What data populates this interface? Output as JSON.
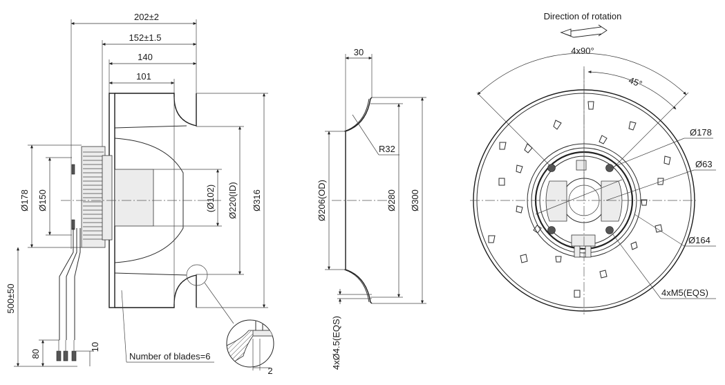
{
  "side_view": {
    "dim_overall_length": "202±2",
    "dim_length_2": "152±1.5",
    "dim_length_3": "140",
    "dim_length_4": "101",
    "dim_motor_dia_1": "Ø178",
    "dim_motor_dia_2": "Ø150",
    "dim_hub_dia": "(Ø102)",
    "dim_inlet_id": "Ø220(ID)",
    "dim_impeller_dia": "Ø316",
    "dim_cable_length": "500±50",
    "dim_strip_length": "80",
    "dim_wire_strip": "10",
    "dim_detail_gap": "2",
    "note_blades": "Number of blades=6"
  },
  "inlet_ring_view": {
    "dim_depth": "30",
    "dim_radius": "R32",
    "dim_od": "Ø206(OD)",
    "dim_280": "Ø280",
    "dim_300": "Ø300",
    "dim_holes": "4xØ4.5(EQS)"
  },
  "front_view": {
    "rotation_label": "Direction of rotation",
    "dim_angle_4x90": "4x90°",
    "dim_angle_45": "45°",
    "dim_178": "Ø178",
    "dim_63": "Ø63",
    "dim_164": "Ø164",
    "dim_threads": "4xM5(EQS)"
  }
}
